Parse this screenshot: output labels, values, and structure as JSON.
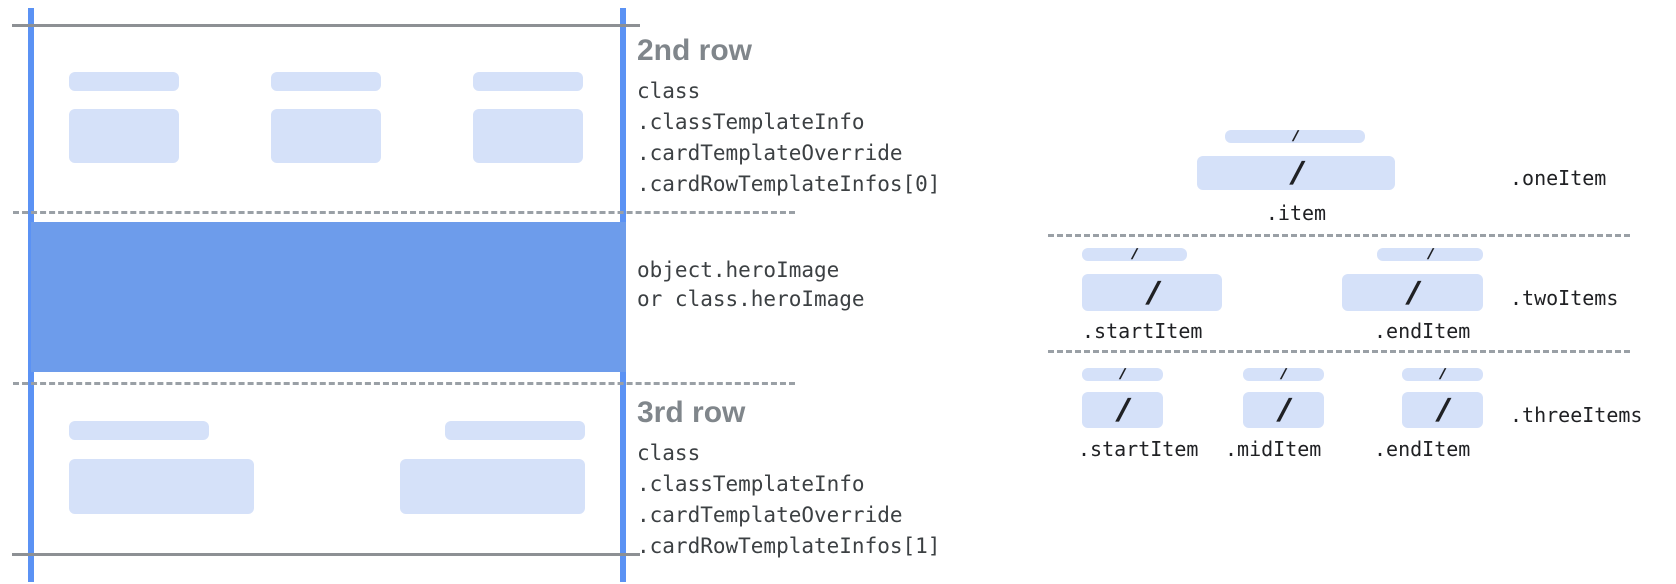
{
  "colors": {
    "accent_line_blue": "#5b92f4",
    "hero_blue": "#6d9ceb",
    "placeholder_bar_blue": "#d5e1f9",
    "solid_line_gray": "#8d9094",
    "dashed_line_gray": "#9aa0a6",
    "heading_gray": "#80868b",
    "code_text": "#3c4043"
  },
  "card": {
    "row2": {
      "heading": "2nd row",
      "code_lines": [
        "class",
        ".classTemplateInfo",
        ".cardTemplateOverride",
        ".cardRowTemplateInfos[0]"
      ]
    },
    "hero": {
      "code_lines": [
        "object.heroImage",
        "or class.heroImage"
      ]
    },
    "row3": {
      "heading": "3rd row",
      "code_lines": [
        "class",
        ".classTemplateInfo",
        ".cardTemplateOverride",
        ".cardRowTemplateInfos[1]"
      ]
    }
  },
  "items": {
    "slash": "/",
    "one": {
      "group_label": ".oneItem",
      "item_label": ".item"
    },
    "two": {
      "group_label": ".twoItems",
      "start_label": ".startItem",
      "end_label": ".endItem"
    },
    "three": {
      "group_label": ".threeItems",
      "start_label": ".startItem",
      "mid_label": ".midItem",
      "end_label": ".endItem"
    }
  }
}
